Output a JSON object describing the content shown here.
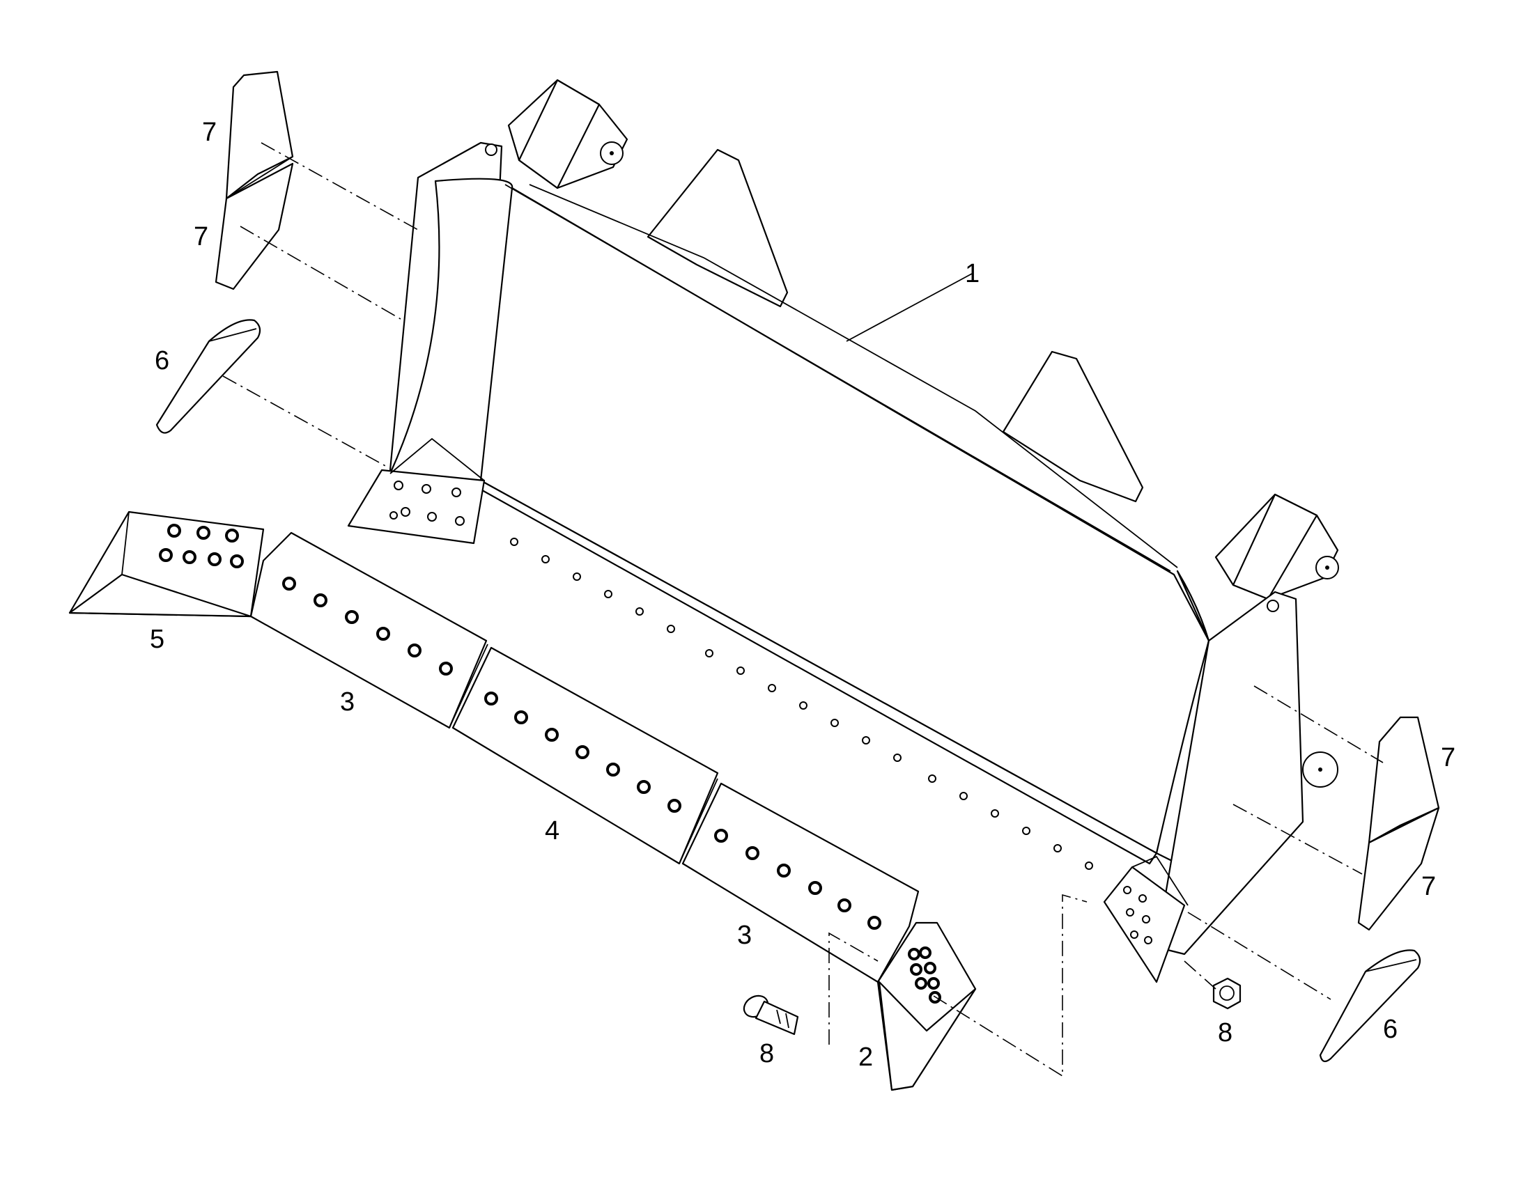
{
  "callouts": {
    "c1": "1",
    "c2": "2",
    "c3a": "3",
    "c3b": "3",
    "c4": "4",
    "c5": "5",
    "c6a": "6",
    "c6b": "6",
    "c7a": "7",
    "c7b": "7",
    "c7c": "7",
    "c7d": "7",
    "c8a": "8",
    "c8b": "8"
  },
  "colors": {
    "line": "#000000",
    "background": "#ffffff"
  }
}
